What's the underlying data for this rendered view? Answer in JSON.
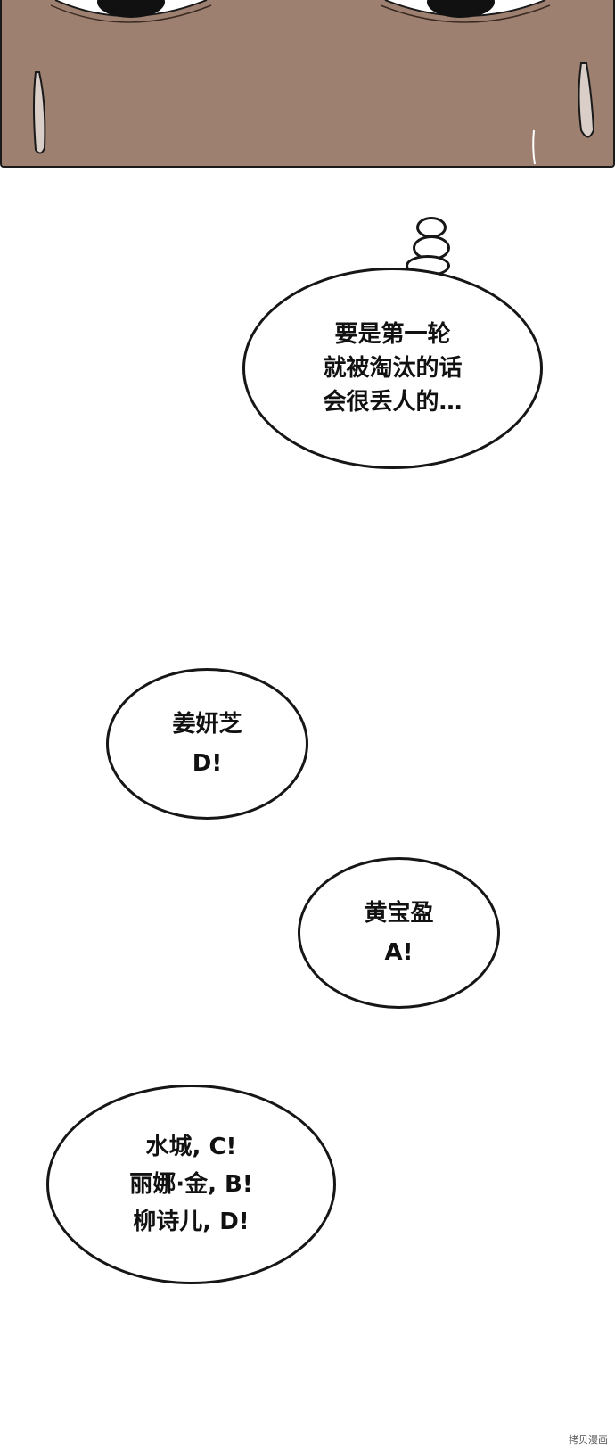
{
  "panel": {
    "skin_color": "#9e8070",
    "icons": [
      "left-eye-icon",
      "right-eye-icon",
      "sweat-drop-icon"
    ]
  },
  "thought_bubble": {
    "lines": [
      "要是第一轮",
      "就被淘汰的话",
      "会很丢人的…"
    ]
  },
  "bubble_kang": {
    "lines": [
      "姜妍芝",
      "D!"
    ]
  },
  "bubble_huang": {
    "lines": [
      "黄宝盈",
      "A!"
    ]
  },
  "bubble_group": {
    "lines": [
      "水城, C!",
      "丽娜·金, B!",
      "柳诗儿, D!"
    ]
  },
  "watermark": "拷贝漫画"
}
